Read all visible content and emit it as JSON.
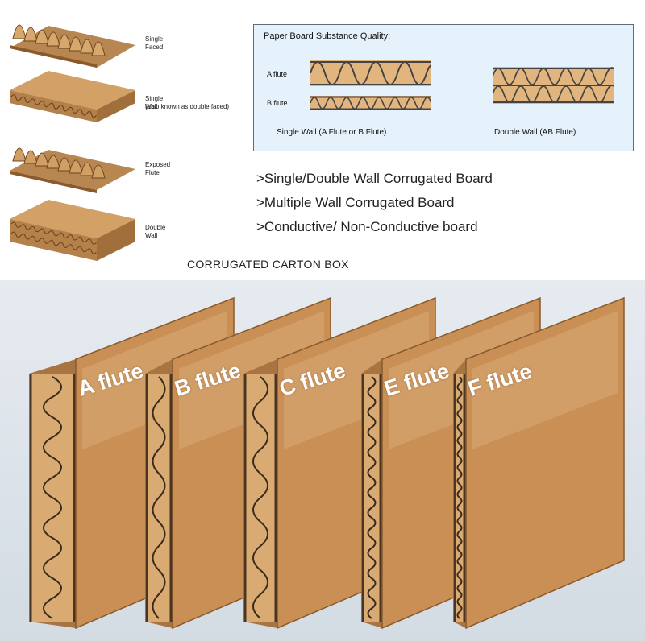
{
  "samples": [
    {
      "label": "Single Faced"
    },
    {
      "label": "Single Wall",
      "note": "(also known as double faced)"
    },
    {
      "label": "Exposed Flute"
    },
    {
      "label": "Double Wall"
    }
  ],
  "quality_box": {
    "title": "Paper Board Substance Quality:",
    "a_flute": "A flute",
    "b_flute": "B flute",
    "single_caption": "Single Wall (A Flute or B Flute)",
    "double_caption": "Double Wall (AB Flute)"
  },
  "bullets": [
    ">Single/Double Wall Corrugated Board",
    ">Multiple Wall Corrugated Board",
    ">Conductive/ Non-Conductive board"
  ],
  "heading": "CORRUGATED CARTON BOX",
  "flutes": [
    {
      "label": "A flute"
    },
    {
      "label": "B flute"
    },
    {
      "label": "C flute"
    },
    {
      "label": "E flute"
    },
    {
      "label": "F flute"
    }
  ],
  "colors": {
    "board": "#c9955a",
    "board_edge": "#8a5a2c",
    "flute_face": "#e2b57e",
    "box_bg": "#e5f2fb"
  }
}
